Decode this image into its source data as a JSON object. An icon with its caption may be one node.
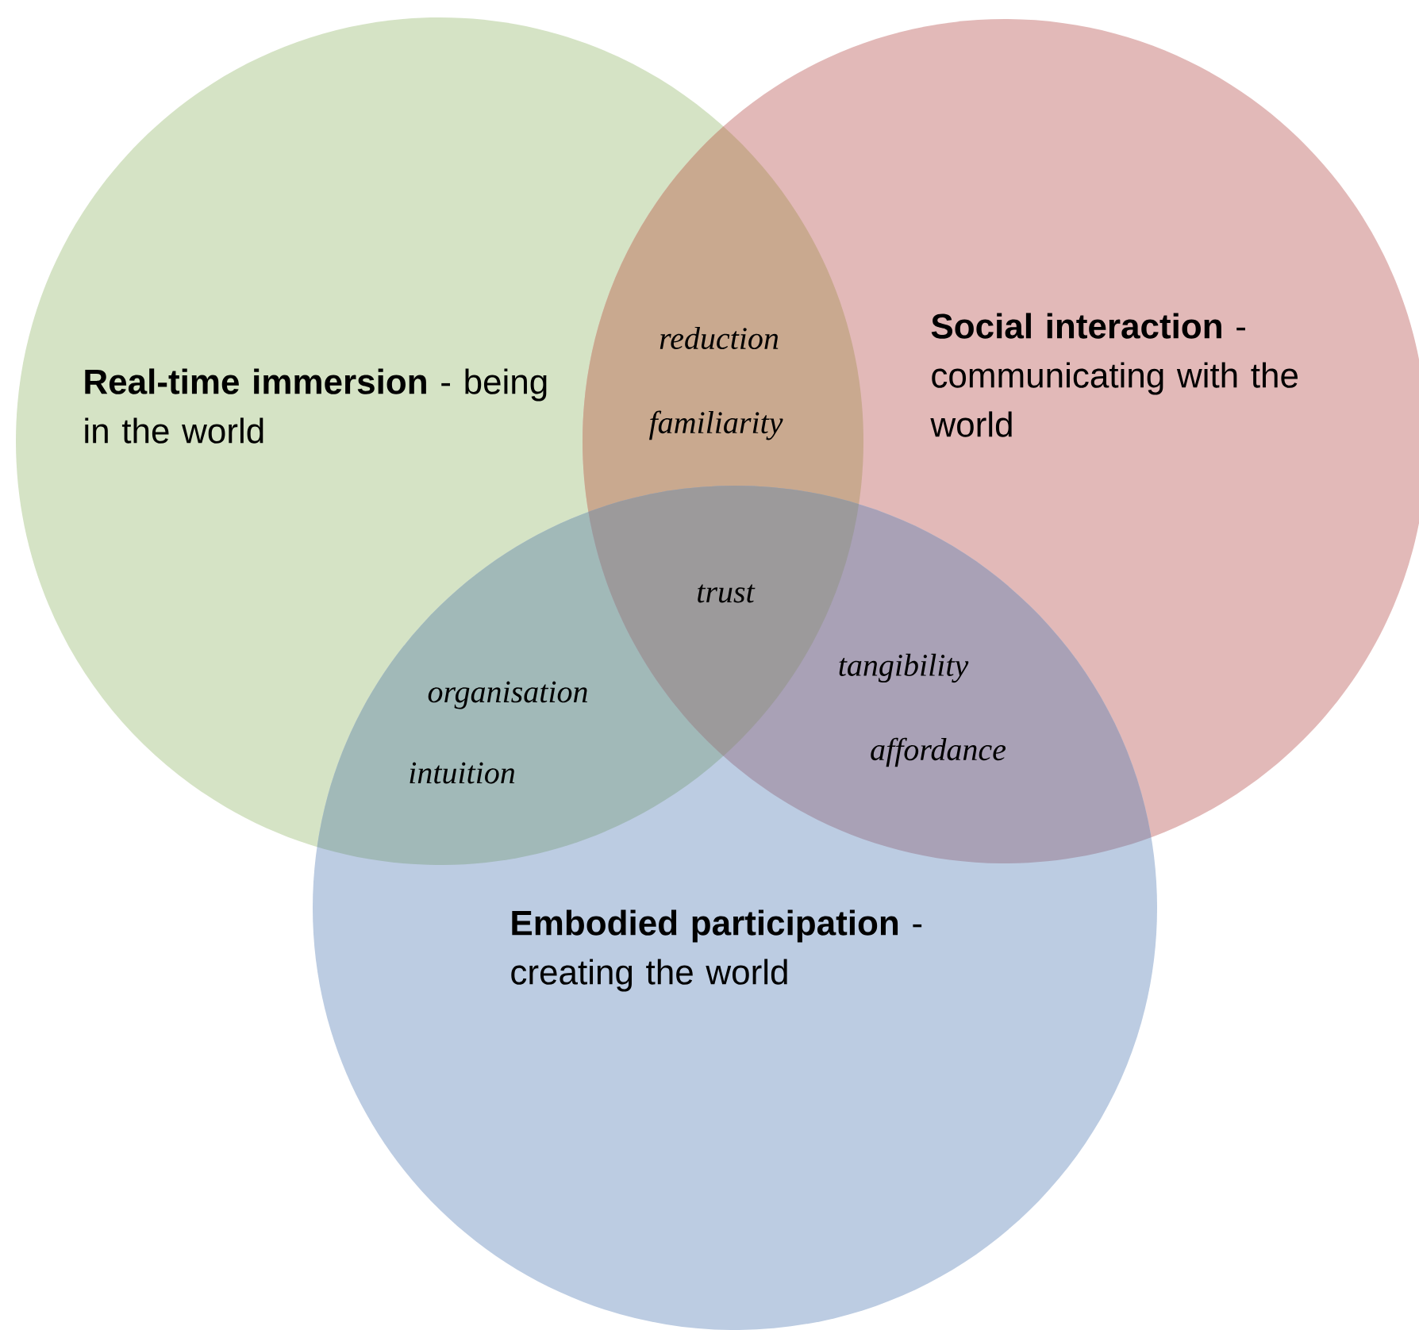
{
  "diagram": {
    "nodes": [
      {
        "text": [
          "**Real-time immersion** - being in the world"
        ]
      },
      {
        "text": [
          "**Social interaction** - communicating with the world"
        ]
      },
      {
        "text": [
          "**Embodied participation** - creating the world"
        ]
      }
    ],
    "labels": [
      "reduction",
      "familiarity",
      "trust",
      "organisation",
      "intuition",
      "tangibility",
      "affordance"
    ]
  }
}
